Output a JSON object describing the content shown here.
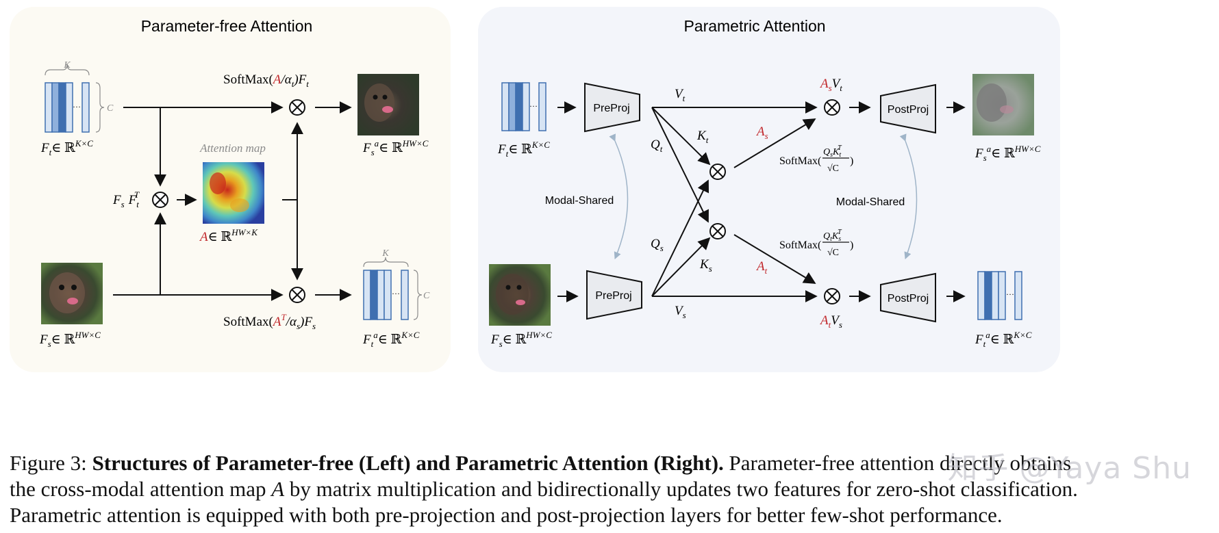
{
  "colors": {
    "left_panel_bg": "#fcfaf3",
    "right_panel_bg": "#f3f5fa",
    "accent_red": "#c0262a",
    "block_dark": "#3f6fb0",
    "block_mid": "#8fb0dc",
    "block_light": "#d7e4f4",
    "proj_fill": "#e9ebef",
    "gray_text": "#8a8a8a",
    "link_arrow": "#9fb4c8"
  },
  "left": {
    "title": "Parameter-free Attention",
    "k_label": "K",
    "c_label": "C",
    "ft_label": "F",
    "ft_sub": "t",
    "ft_space": "∈ ℝ",
    "ft_sup": "K×C",
    "fs_label": "F",
    "fs_sub": "s",
    "fs_space": "∈ ℝ",
    "fs_sup": "HW×C",
    "softmax_top_pre": "SoftMax(",
    "softmax_top_a": "A",
    "softmax_top_post": "/α",
    "softmax_top_sub": "t",
    "softmax_top_end": ")F",
    "softmax_top_end_sub": "t",
    "softmax_bot_pre": "SoftMax(",
    "softmax_bot_a": "A",
    "softmax_bot_sup": "T",
    "softmax_bot_post": "/α",
    "softmax_bot_sub": "s",
    "softmax_bot_end": ")F",
    "softmax_bot_end_sub": "s",
    "mult_label_f": "F",
    "mult_label_s": "s",
    "mult_label_ft": "F",
    "mult_label_t": "t",
    "mult_label_T": "T",
    "attention_map_label": "Attention map",
    "a_label": "A",
    "a_space": "∈ ℝ",
    "a_sup": "HW×K",
    "fsa_label": "F",
    "fsa_sub": "s",
    "fsa_sup": "a",
    "fsa_space": "∈ ℝ",
    "fsa_dim": "HW×C",
    "fta_label": "F",
    "fta_sub": "t",
    "fta_sup": "a",
    "fta_space": "∈ ℝ",
    "fta_dim": "K×C",
    "dots": "···"
  },
  "right": {
    "title": "Parametric Attention",
    "preproj": "PreProj",
    "postproj": "PostProj",
    "modal_shared": "Modal-Shared",
    "vt": "V",
    "vt_sub": "t",
    "kt": "K",
    "kt_sub": "t",
    "qt": "Q",
    "qt_sub": "t",
    "qs": "Q",
    "qs_sub": "s",
    "ks": "K",
    "ks_sub": "s",
    "vs": "V",
    "vs_sub": "s",
    "as_label": "A",
    "as_sub": "s",
    "at_label": "A",
    "at_sub": "t",
    "asvt_a": "A",
    "asvt_a_sub": "s",
    "asvt_v": "V",
    "asvt_v_sub": "t",
    "atvs_a": "A",
    "atvs_a_sub": "t",
    "atvs_v": "V",
    "atvs_v_sub": "s",
    "softmax": "SoftMax(",
    "sm1_num": "Q",
    "sm1_num_sub": "s",
    "sm1_num_k": "K",
    "sm1_num_ksub": "t",
    "sm1_num_ksup": "T",
    "sm2_num": "Q",
    "sm2_num_sub": "t",
    "sm2_num_k": "K",
    "sm2_num_ksub": "s",
    "sm2_num_ksup": "T",
    "sqrt_c": "√C",
    "close_paren": ")",
    "ft_label": "F",
    "ft_sub": "t",
    "ft_space": "∈ ℝ",
    "ft_sup": "K×C",
    "fs_label": "F",
    "fs_sub": "s",
    "fs_space": "∈ ℝ",
    "fs_sup": "HW×C",
    "fsa_label": "F",
    "fsa_sub": "s",
    "fsa_sup": "a",
    "fsa_space": "∈ ℝ",
    "fsa_dim": "HW×C",
    "fta_label": "F",
    "fta_sub": "t",
    "fta_sup": "a",
    "fta_space": "∈ ℝ",
    "fta_dim": "K×C",
    "dots": "···"
  },
  "caption": {
    "prefix": "Figure 3: ",
    "bold": "Structures of Parameter-free (Left) and Parametric Attention (Right).",
    "line1_rest": " Parameter-free attention directly obtains",
    "line2_pre": "the cross-modal attention map ",
    "line2_a": "A",
    "line2_rest": " by matrix multiplication and bidirectionally updates two features for zero-shot classification.",
    "line3": "Parametric attention is equipped with both pre-projection and post-projection layers for better few-shot performance."
  },
  "watermark": "知乎 @Yaya Shu"
}
